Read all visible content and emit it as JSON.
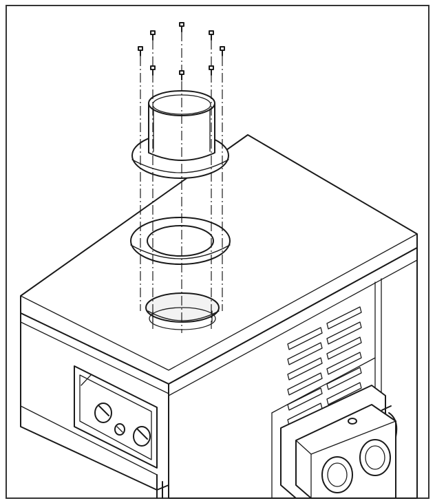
{
  "diagram": {
    "kind": "exploded-assembly-line-drawing",
    "components": [
      "screws",
      "flue-collar-with-flange",
      "gasket-ring",
      "flue-outlet-opening",
      "appliance-top-panel",
      "control-panel-knobs",
      "side-ventilation-louvres",
      "burner-connection-block"
    ],
    "screw_count": 8,
    "louvre_count": 12,
    "knob_count": 3,
    "colors": {
      "line": "#1a1a1a",
      "background": "#ffffff",
      "frame": "#333333"
    }
  }
}
